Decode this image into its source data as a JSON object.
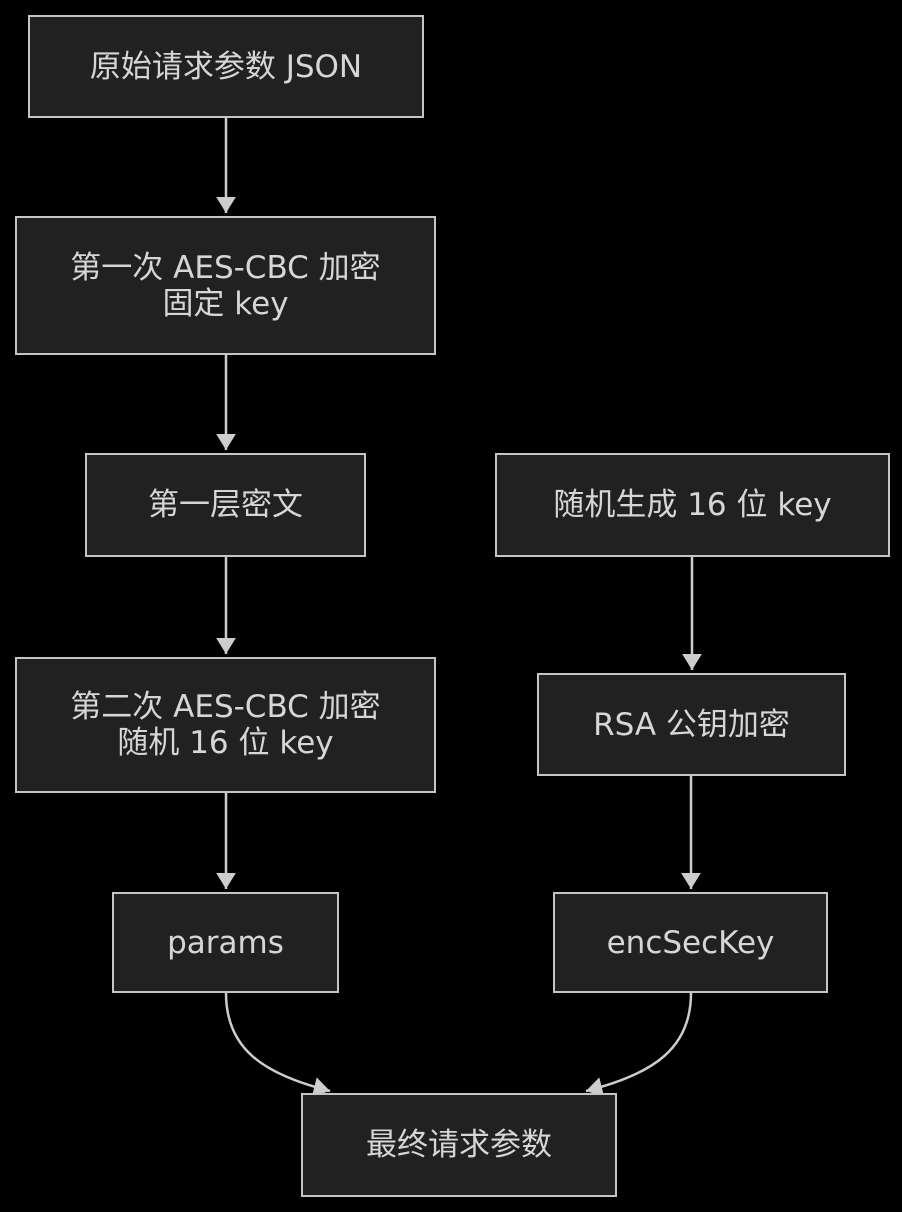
{
  "diagram": {
    "title": "encryption-flowchart",
    "colors": {
      "background": "#000000",
      "box-fill": "#212121",
      "box-border": "#c3c6c6",
      "text": "#d6d6d6",
      "arrow": "#cdcdcd"
    },
    "nodes": [
      {
        "id": "original",
        "lines": [
          "原始请求参数 JSON"
        ]
      },
      {
        "id": "aes1",
        "lines": [
          "第一次 AES-CBC 加密",
          "固定 key"
        ]
      },
      {
        "id": "cipher1",
        "lines": [
          "第一层密文"
        ]
      },
      {
        "id": "randomkey",
        "lines": [
          "随机生成 16 位 key"
        ]
      },
      {
        "id": "aes2",
        "lines": [
          "第二次 AES-CBC 加密",
          "随机 16 位 key"
        ]
      },
      {
        "id": "rsa",
        "lines": [
          "RSA 公钥加密"
        ]
      },
      {
        "id": "params",
        "lines": [
          "params"
        ]
      },
      {
        "id": "encseckey",
        "lines": [
          "encSecKey"
        ]
      },
      {
        "id": "final",
        "lines": [
          "最终请求参数"
        ]
      }
    ],
    "edges": [
      {
        "from": "original",
        "to": "aes1"
      },
      {
        "from": "aes1",
        "to": "cipher1"
      },
      {
        "from": "cipher1",
        "to": "aes2"
      },
      {
        "from": "aes2",
        "to": "params"
      },
      {
        "from": "randomkey",
        "to": "rsa"
      },
      {
        "from": "rsa",
        "to": "encseckey"
      },
      {
        "from": "params",
        "to": "final"
      },
      {
        "from": "encseckey",
        "to": "final"
      }
    ]
  }
}
